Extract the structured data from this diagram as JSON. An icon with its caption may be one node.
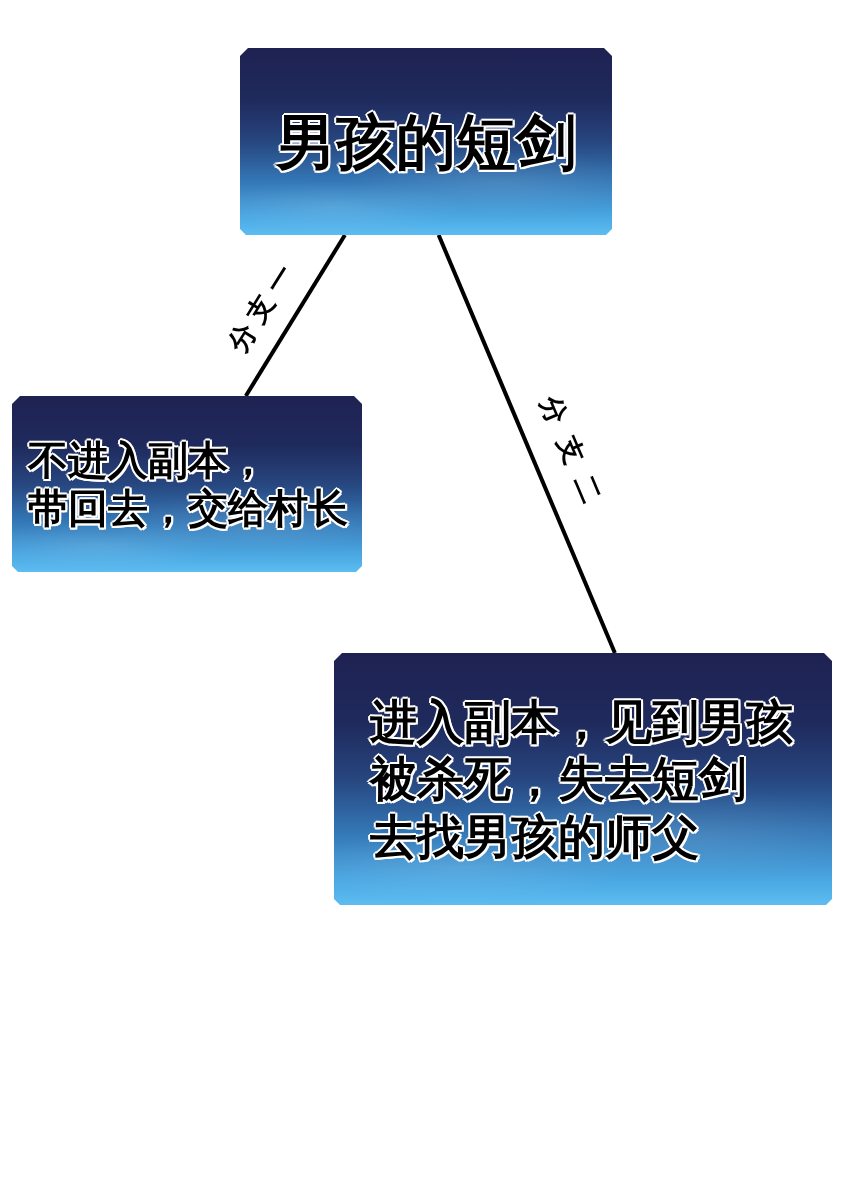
{
  "diagram": {
    "nodes": [
      {
        "text": [
          "男孩的短剑"
        ]
      },
      {
        "text": [
          "不进入副本，带回去，交给村长"
        ]
      },
      {
        "text": [
          "进入副本，见到男孩被杀死，失去短剑去找男孩的师父"
        ]
      }
    ],
    "edges": [
      {
        "from": 0,
        "to": 1,
        "arrow": "none",
        "label": "分支一"
      },
      {
        "from": 0,
        "to": 2,
        "arrow": "none",
        "label": "分支二"
      }
    ]
  }
}
